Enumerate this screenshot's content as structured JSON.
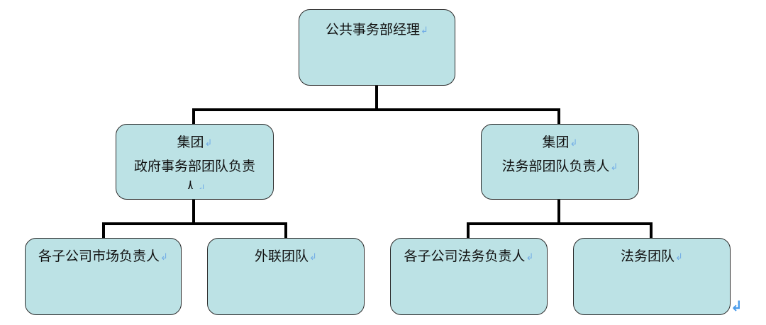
{
  "colors": {
    "node_fill": "#bce2e5",
    "node_border": "#2b2b2b",
    "connector": "#000000",
    "paragraph_mark": "#74aee6"
  },
  "paragraph_mark": "↲",
  "nodes": {
    "root": {
      "label": "公共事务部经理"
    },
    "gov": {
      "line1": "集团",
      "line2": "政府事务部团队负责",
      "line3": "人"
    },
    "legal": {
      "line1": "集团",
      "line2": "法务部团队负责人"
    },
    "market": {
      "label": "各子公司市场负责人"
    },
    "liaison": {
      "label": "外联团队"
    },
    "sublegal": {
      "label": "各子公司法务负责人"
    },
    "legalteam": {
      "label": "法务团队"
    }
  }
}
